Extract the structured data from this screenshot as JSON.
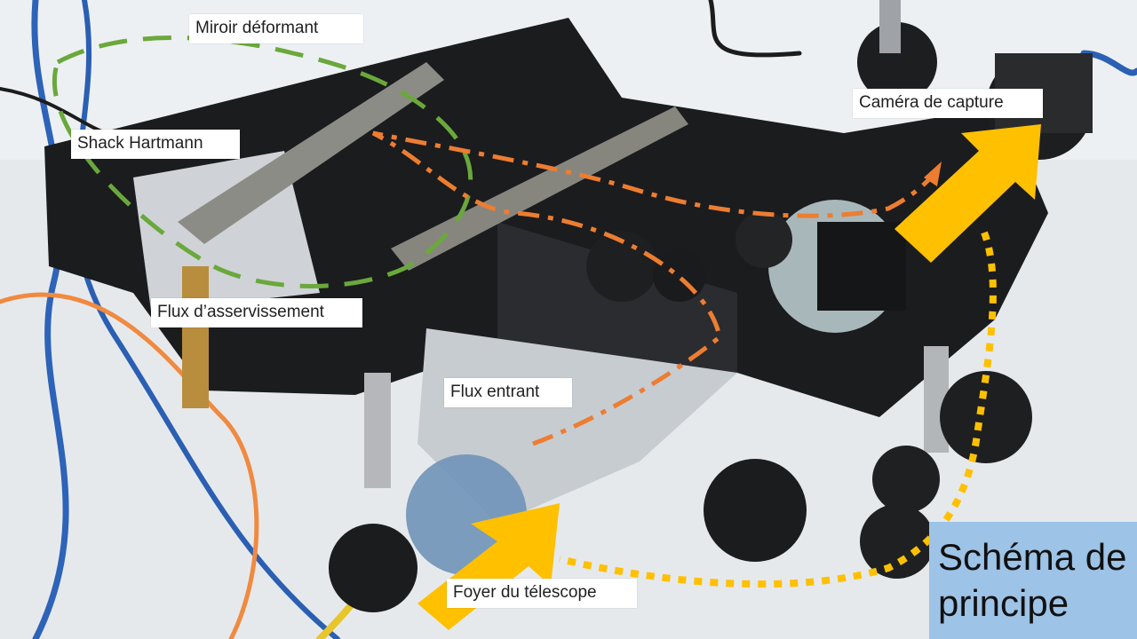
{
  "labels": {
    "miroir": "Miroir déformant",
    "shack": "Shack Hartmann",
    "flux_asservissement": "Flux d’asservissement",
    "flux_entrant": "Flux entrant",
    "camera": "Caméra de capture",
    "foyer": "Foyer du télescope",
    "schema_line1": "Schéma de",
    "schema_line2": "principe"
  },
  "colors": {
    "green_path": "#6aa83c",
    "orange_path": "#ed7d31",
    "yellow_arrow": "#ffc000",
    "schema_box": "#9dc3e6",
    "focus_disc": "#6f93b8",
    "metal_dark": "#1a1b1d",
    "metal_light": "#b9bec4"
  },
  "icons": [
    "telescope-focus-arrow-icon",
    "camera-output-arrow-icon"
  ]
}
